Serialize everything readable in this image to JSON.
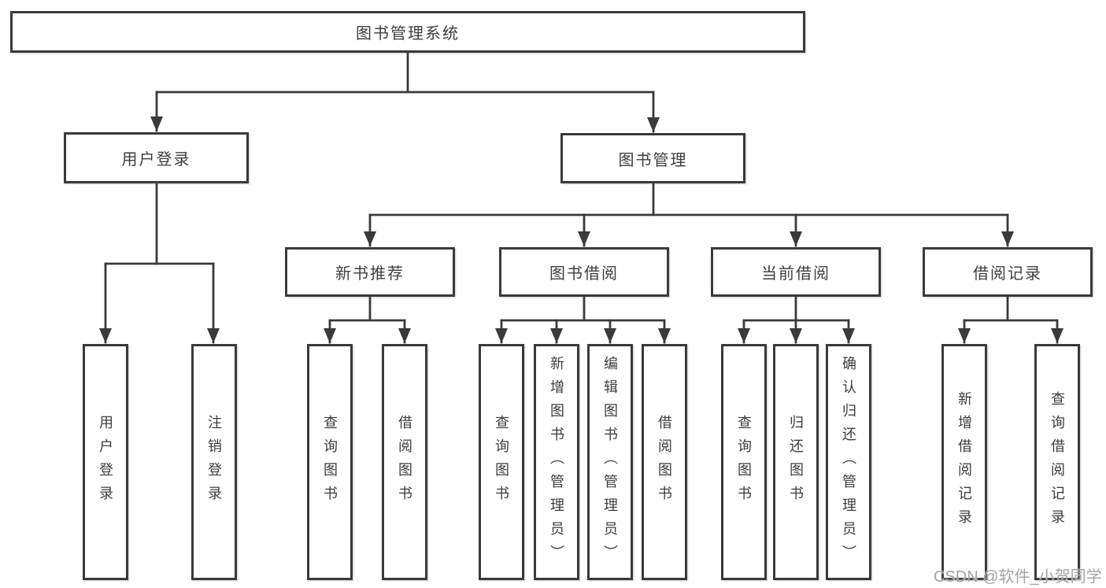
{
  "diagram": {
    "root": {
      "label": "图书管理系统"
    },
    "l2": [
      {
        "label": "用户登录"
      },
      {
        "label": "图书管理"
      }
    ],
    "l3": [
      {
        "label": "新书推荐",
        "parent": "图书管理"
      },
      {
        "label": "图书借阅",
        "parent": "图书管理"
      },
      {
        "label": "当前借阅",
        "parent": "图书管理"
      },
      {
        "label": "借阅记录",
        "parent": "图书管理"
      }
    ],
    "leaves": [
      {
        "label": "用户登录",
        "parent": "用户登录"
      },
      {
        "label": "注销登录",
        "parent": "用户登录"
      },
      {
        "label": "查询图书",
        "parent": "新书推荐"
      },
      {
        "label": "借阅图书",
        "parent": "新书推荐"
      },
      {
        "label": "查询图书",
        "parent": "图书借阅"
      },
      {
        "label": "新增图书（管理员）",
        "parent": "图书借阅"
      },
      {
        "label": "编辑图书（管理员）",
        "parent": "图书借阅"
      },
      {
        "label": "借阅图书",
        "parent": "图书借阅"
      },
      {
        "label": "查询图书",
        "parent": "当前借阅"
      },
      {
        "label": "归还图书",
        "parent": "当前借阅"
      },
      {
        "label": "确认归还（管理员）",
        "parent": "当前借阅"
      },
      {
        "label": "新增借阅记录",
        "parent": "借阅记录"
      },
      {
        "label": "查询借阅记录",
        "parent": "借阅记录"
      }
    ],
    "line_color": "#3a3a3a",
    "text_color": "#3d3d3d"
  },
  "watermark": {
    "text": "CSDN @软件_小贺同学",
    "color": "#a3a3a3"
  }
}
